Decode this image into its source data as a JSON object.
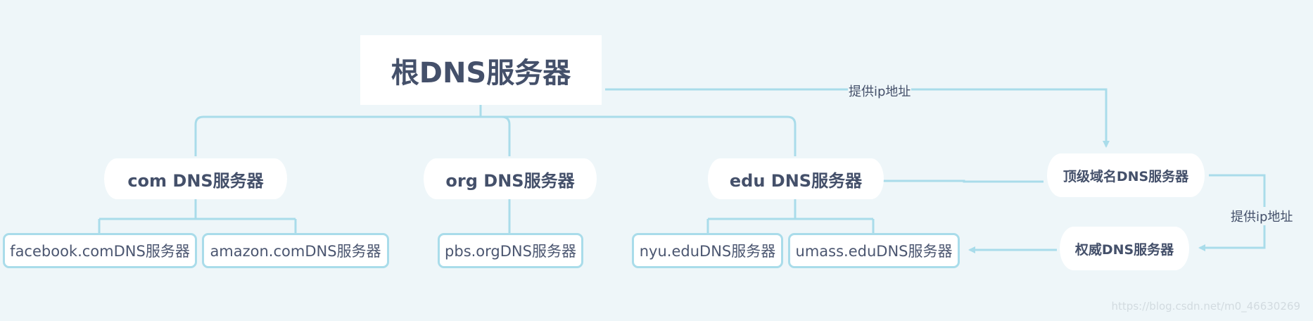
{
  "root": {
    "label": "根DNS服务器"
  },
  "tld": [
    {
      "label": "com DNS服务器",
      "children": [
        "facebook.comDNS服务器",
        "amazon.comDNS服务器"
      ]
    },
    {
      "label": "org DNS服务器",
      "children": [
        "pbs.orgDNS服务器"
      ]
    },
    {
      "label": "edu DNS服务器",
      "children": [
        "nyu.eduDNS服务器",
        "umass.eduDNS服务器"
      ]
    }
  ],
  "side": {
    "tld_server": "顶级域名DNS服务器",
    "auth_server": "权威DNS服务器",
    "edge_label_1": "提供ip地址",
    "edge_label_2": "提供ip地址"
  },
  "watermark": "https://blog.csdn.net/m0_46630269",
  "colors": {
    "line": "#a9dcea",
    "text": "#44506a",
    "background": "#eef6f9"
  }
}
